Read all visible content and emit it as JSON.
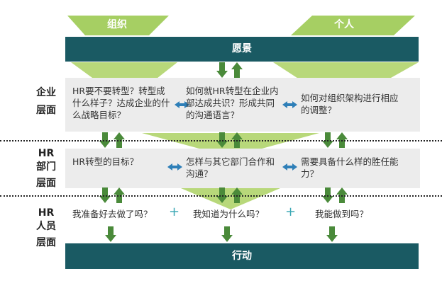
{
  "header": {
    "left_label": "组织",
    "right_label": "个人"
  },
  "vision_bar": {
    "label": "愿景"
  },
  "action_bar": {
    "label": "行动"
  },
  "rows": [
    {
      "label_lines": [
        "企业",
        "层面"
      ],
      "cells": [
        "HR要不要转型？转型成什么样子？达成企业的什么战略目标？",
        "如何就HR转型在企业内部达成共识？形成共同的沟通语言？",
        "如何对组织架构进行相应的调整？"
      ]
    },
    {
      "label_lines": [
        "HR",
        "部门",
        "层面"
      ],
      "cells": [
        "HR转型的目标？",
        "怎样与其它部门合作和沟通？",
        "需要具备什么样的胜任能力？"
      ]
    },
    {
      "label_lines": [
        "HR",
        "人员",
        "层面"
      ],
      "cells": [
        "我准备好去做了吗？",
        "我知道为什么吗？",
        "我能做到吗？"
      ]
    }
  ],
  "plus_symbol": "+",
  "colors": {
    "dark_teal": "#1a5a63",
    "green": "#a6cf63",
    "arrow_green": "#4a8a3a",
    "box_gray": "#ececec",
    "accent_blue": "#2e7fb8"
  }
}
